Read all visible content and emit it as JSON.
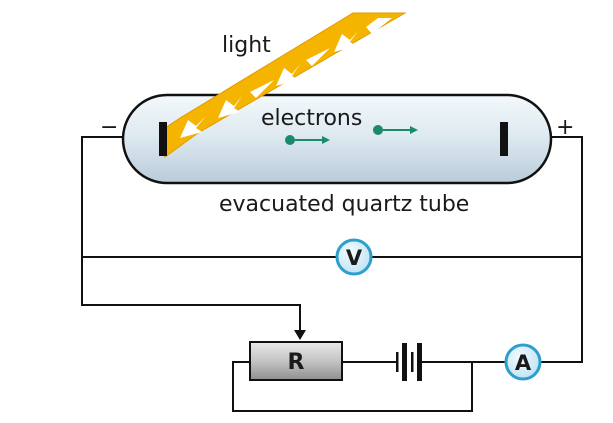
{
  "labels": {
    "light": "light",
    "electrons": "electrons",
    "tube": "evacuated quartz tube",
    "minus": "−",
    "plus": "+"
  },
  "components": {
    "voltmeter": "V",
    "ammeter": "A",
    "resistor": "R"
  },
  "colors": {
    "wire": "#111111",
    "tube_fill": "#dfeaf1",
    "light_beam": "#f5b400",
    "electron": "#1a8a6a",
    "meter_fill": "#d6ecf6",
    "meter_stroke": "#2d9fcc",
    "resistor_fill": "#bdbdbd"
  }
}
